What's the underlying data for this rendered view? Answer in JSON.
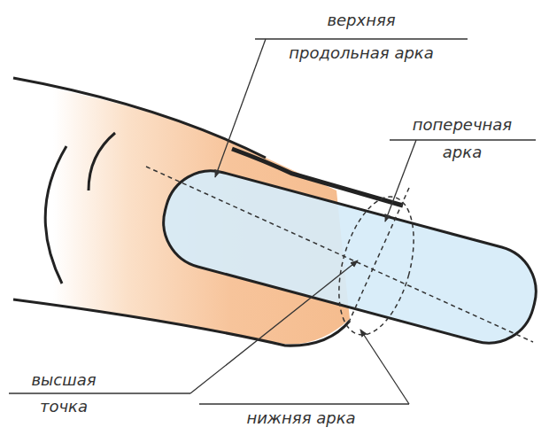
{
  "diagram": {
    "labels": [
      "верхняя",
      "продольная арка",
      "поперечная",
      "арка",
      "высшая",
      "точка",
      "нижняя арка"
    ]
  }
}
